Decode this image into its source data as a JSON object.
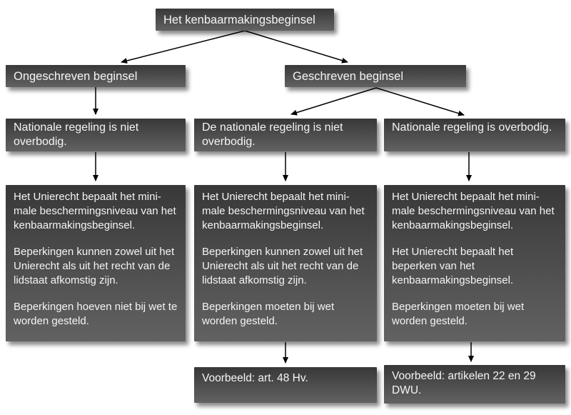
{
  "diagram": {
    "root": {
      "label": "Het kenbaarmakingsbeginsel"
    },
    "branches": {
      "left": {
        "label": "Ongeschreven beginsel"
      },
      "right": {
        "label": "Geschreven beginsel"
      }
    },
    "columns": [
      {
        "condition": "Nationale regeling is niet overbodig.",
        "paragraphs": [
          "Het Unierecht bepaalt het mini­male beschermingsniveau van het kenbaarmakingsbeginsel.",
          "Beperkingen kunnen zowel uit het Unierecht als uit het recht van de lidstaat afkomstig zijn.",
          "Beperkingen hoeven niet bij wet te worden gesteld."
        ]
      },
      {
        "condition": "De nationale regeling is niet overbodig.",
        "paragraphs": [
          "Het Unierecht bepaalt het mini­male beschermingsniveau van het kenbaarmakingsbeginsel.",
          "Beperkingen kunnen zowel uit het Unierecht als uit het recht van de lidstaat afkomstig zijn.",
          "Beperkingen moeten bij wet worden gesteld."
        ],
        "example": "Voorbeeld: art. 48 Hv."
      },
      {
        "condition": "Nationale regeling is overbodig.",
        "paragraphs": [
          "Het Unierecht bepaalt het mini­male beschermingsniveau van het kenbaarmakingsbeginsel.",
          "Het Unierecht bepaalt het beperken van het kenbaarmakingsbeginsel.",
          "Beperkingen moeten bij wet worden gesteld."
        ],
        "example": "Voorbeeld: artikelen 22 en 29 DWU."
      }
    ],
    "colors": {
      "box_gradient_top": "#383838",
      "box_gradient_bottom": "#626262",
      "text": "#f5f5f5",
      "arrow": "#000000",
      "background": "#ffffff"
    }
  }
}
